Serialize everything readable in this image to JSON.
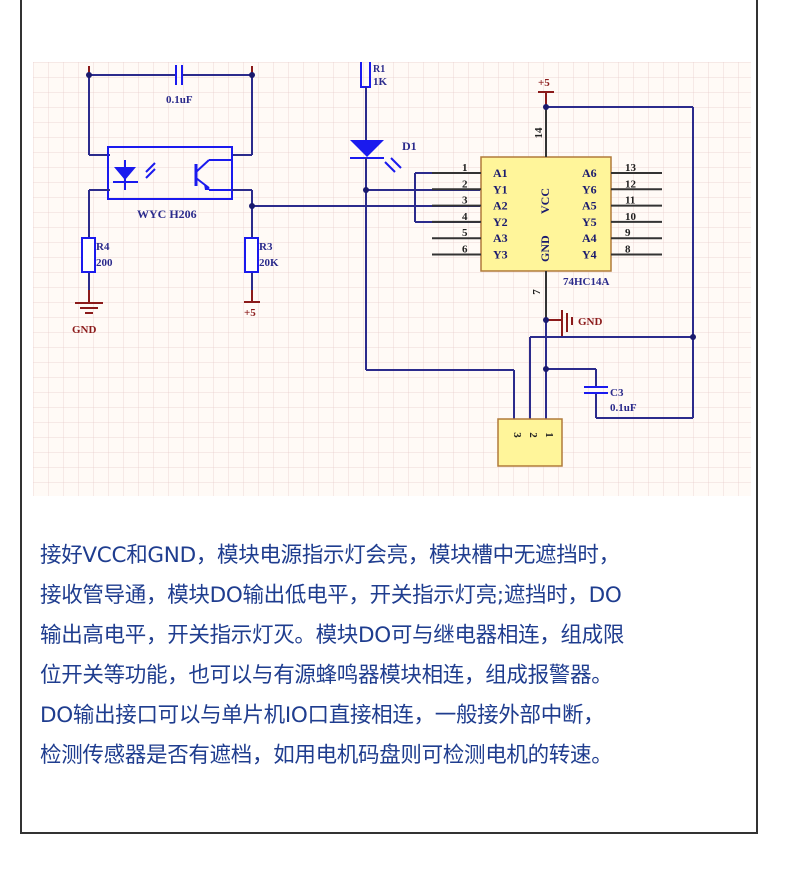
{
  "schematic": {
    "capacitor_c_top": {
      "value": "0.1uF"
    },
    "optocoupler": {
      "part": "WYC H206"
    },
    "r4": {
      "ref": "R4",
      "value": "200"
    },
    "r3": {
      "ref": "R3",
      "value": "20K"
    },
    "r1": {
      "ref": "R1",
      "value": "1K"
    },
    "d1": {
      "ref": "D1"
    },
    "gnd_left": "GND",
    "plus5_r3": "+5",
    "plus5_ic": "+5",
    "gnd_ic": "GND",
    "ic": {
      "part": "74HC14A",
      "vcc_label": "VCC",
      "gnd_label": "GND",
      "vcc_pin": "14",
      "gnd_pin": "7",
      "left_pins": [
        {
          "num": "1",
          "name": "A1"
        },
        {
          "num": "2",
          "name": "Y1"
        },
        {
          "num": "3",
          "name": "A2"
        },
        {
          "num": "4",
          "name": "Y2"
        },
        {
          "num": "5",
          "name": "A3"
        },
        {
          "num": "6",
          "name": "Y3"
        }
      ],
      "right_pins": [
        {
          "num": "13",
          "name": "A6"
        },
        {
          "num": "12",
          "name": "Y6"
        },
        {
          "num": "11",
          "name": "A5"
        },
        {
          "num": "10",
          "name": "Y5"
        },
        {
          "num": "9",
          "name": "A4"
        },
        {
          "num": "8",
          "name": "Y4"
        }
      ]
    },
    "c3": {
      "ref": "C3",
      "value": "0.1uF"
    },
    "connector": {
      "pins": [
        "3",
        "2",
        "1"
      ]
    }
  },
  "description": {
    "lines": [
      "接好VCC和GND，模块电源指示灯会亮，模块槽中无遮挡时，",
      "接收管导通，模块DO输出低电平，开关指示灯亮;遮挡时，DO",
      "输出高电平，开关指示灯灭。模块DO可与继电器相连，组成限",
      "位开关等功能，也可以与有源蜂鸣器模块相连，组成报警器。",
      "DO输出接口可以与单片机IO口直接相连，一般接外部中断，",
      "检测传感器是否有遮档，如用电机码盘则可检测电机的转速。"
    ]
  },
  "colors": {
    "wire": "#2b2b8c",
    "component": "#1a1aee",
    "power": "#8b1a1a",
    "ic_fill": "#fff59a",
    "ic_border": "#b07a3a",
    "text": "#1f3d8f"
  }
}
